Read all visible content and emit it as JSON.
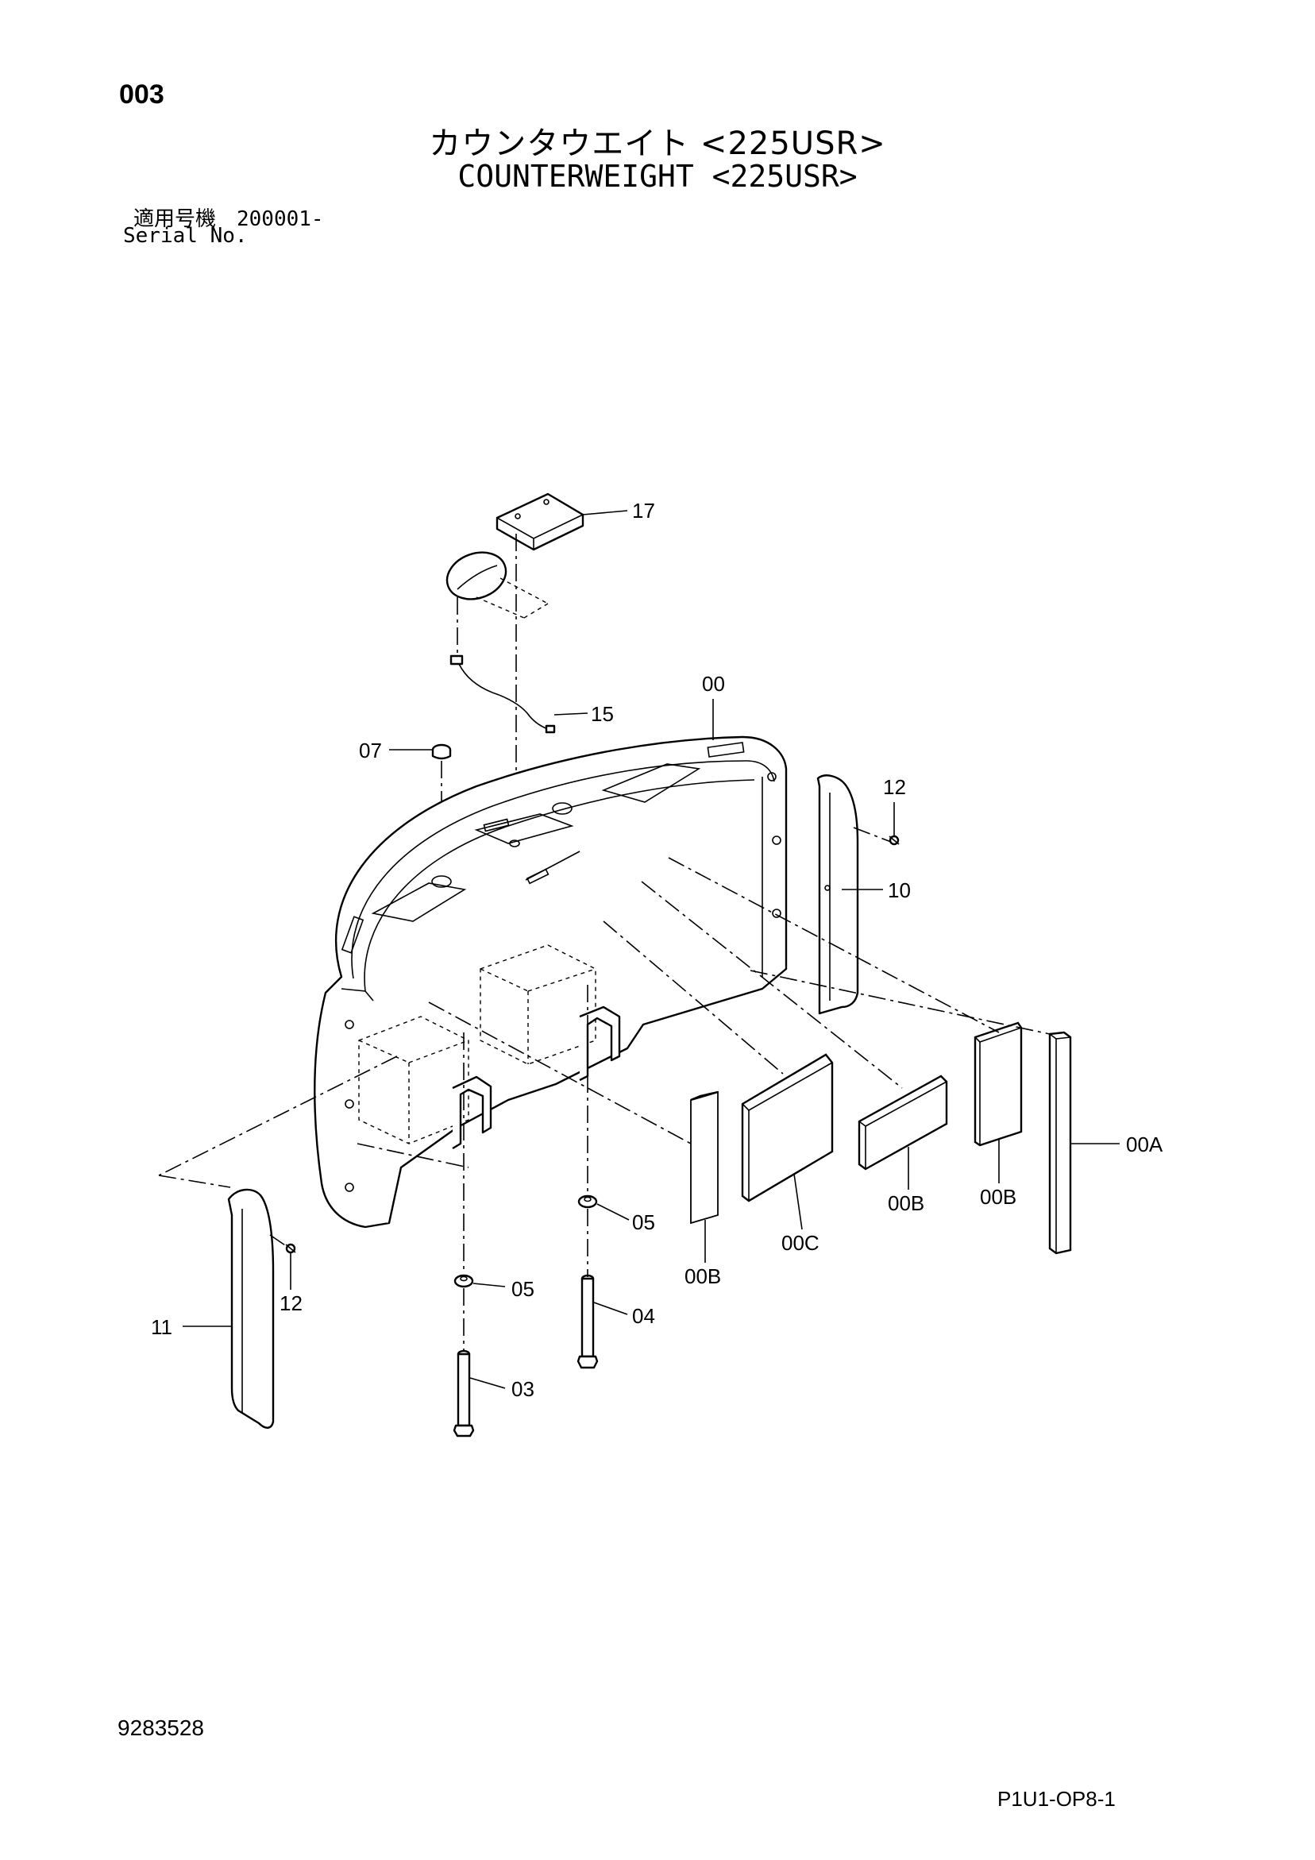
{
  "header": {
    "page_number": "003",
    "title_ja": "カウンタウエイト <225USR>",
    "title_en": "COUNTERWEIGHT <225USR>",
    "serial_ja": "適用号機　200001-",
    "serial_en": "Serial No."
  },
  "callouts": {
    "c17": "17",
    "c15": "15",
    "c00": "00",
    "c07": "07",
    "c12a": "12",
    "c10": "10",
    "c00A": "00A",
    "c05a": "05",
    "c00C": "00C",
    "c00Ba": "00B",
    "c00Bb": "00B",
    "c00Bc": "00B",
    "c05b": "05",
    "c04": "04",
    "c11": "11",
    "c12b": "12",
    "c03": "03"
  },
  "footer": {
    "doc_number": "9283528",
    "code": "P1U1-OP8-1"
  }
}
